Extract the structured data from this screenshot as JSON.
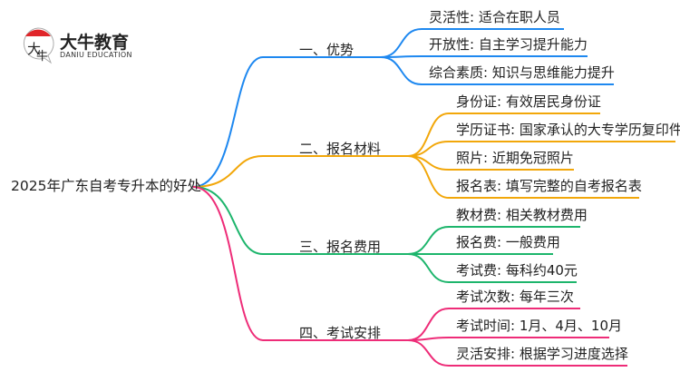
{
  "logo": {
    "name": "大牛教育",
    "subtitle": "DANIU EDUCATION",
    "mark_text": "大牛"
  },
  "root": "2025年广东自考专升本的好处",
  "colors": {
    "b1": "#1E88F0",
    "b2": "#F2A70A",
    "b3": "#1DB56C",
    "b4": "#EE2C78"
  },
  "branches": [
    {
      "label": "一、优势",
      "leaves": [
        "灵活性: 适合在职人员",
        "开放性: 自主学习提升能力",
        "综合素质: 知识与思维能力提升"
      ]
    },
    {
      "label": "二、报名材料",
      "leaves": [
        "身份证: 有效居民身份证",
        "学历证书: 国家承认的大专学历复印件",
        "照片: 近期免冠照片",
        "报名表: 填写完整的自考报名表"
      ]
    },
    {
      "label": "三、报名费用",
      "leaves": [
        "教材费: 相关教材费用",
        "报名费: 一般费用",
        "考试费: 每科约40元"
      ]
    },
    {
      "label": "四、考试安排",
      "leaves": [
        "考试次数: 每年三次",
        "考试时间: 1月、4月、10月",
        "灵活安排: 根据学习进度选择"
      ]
    }
  ]
}
